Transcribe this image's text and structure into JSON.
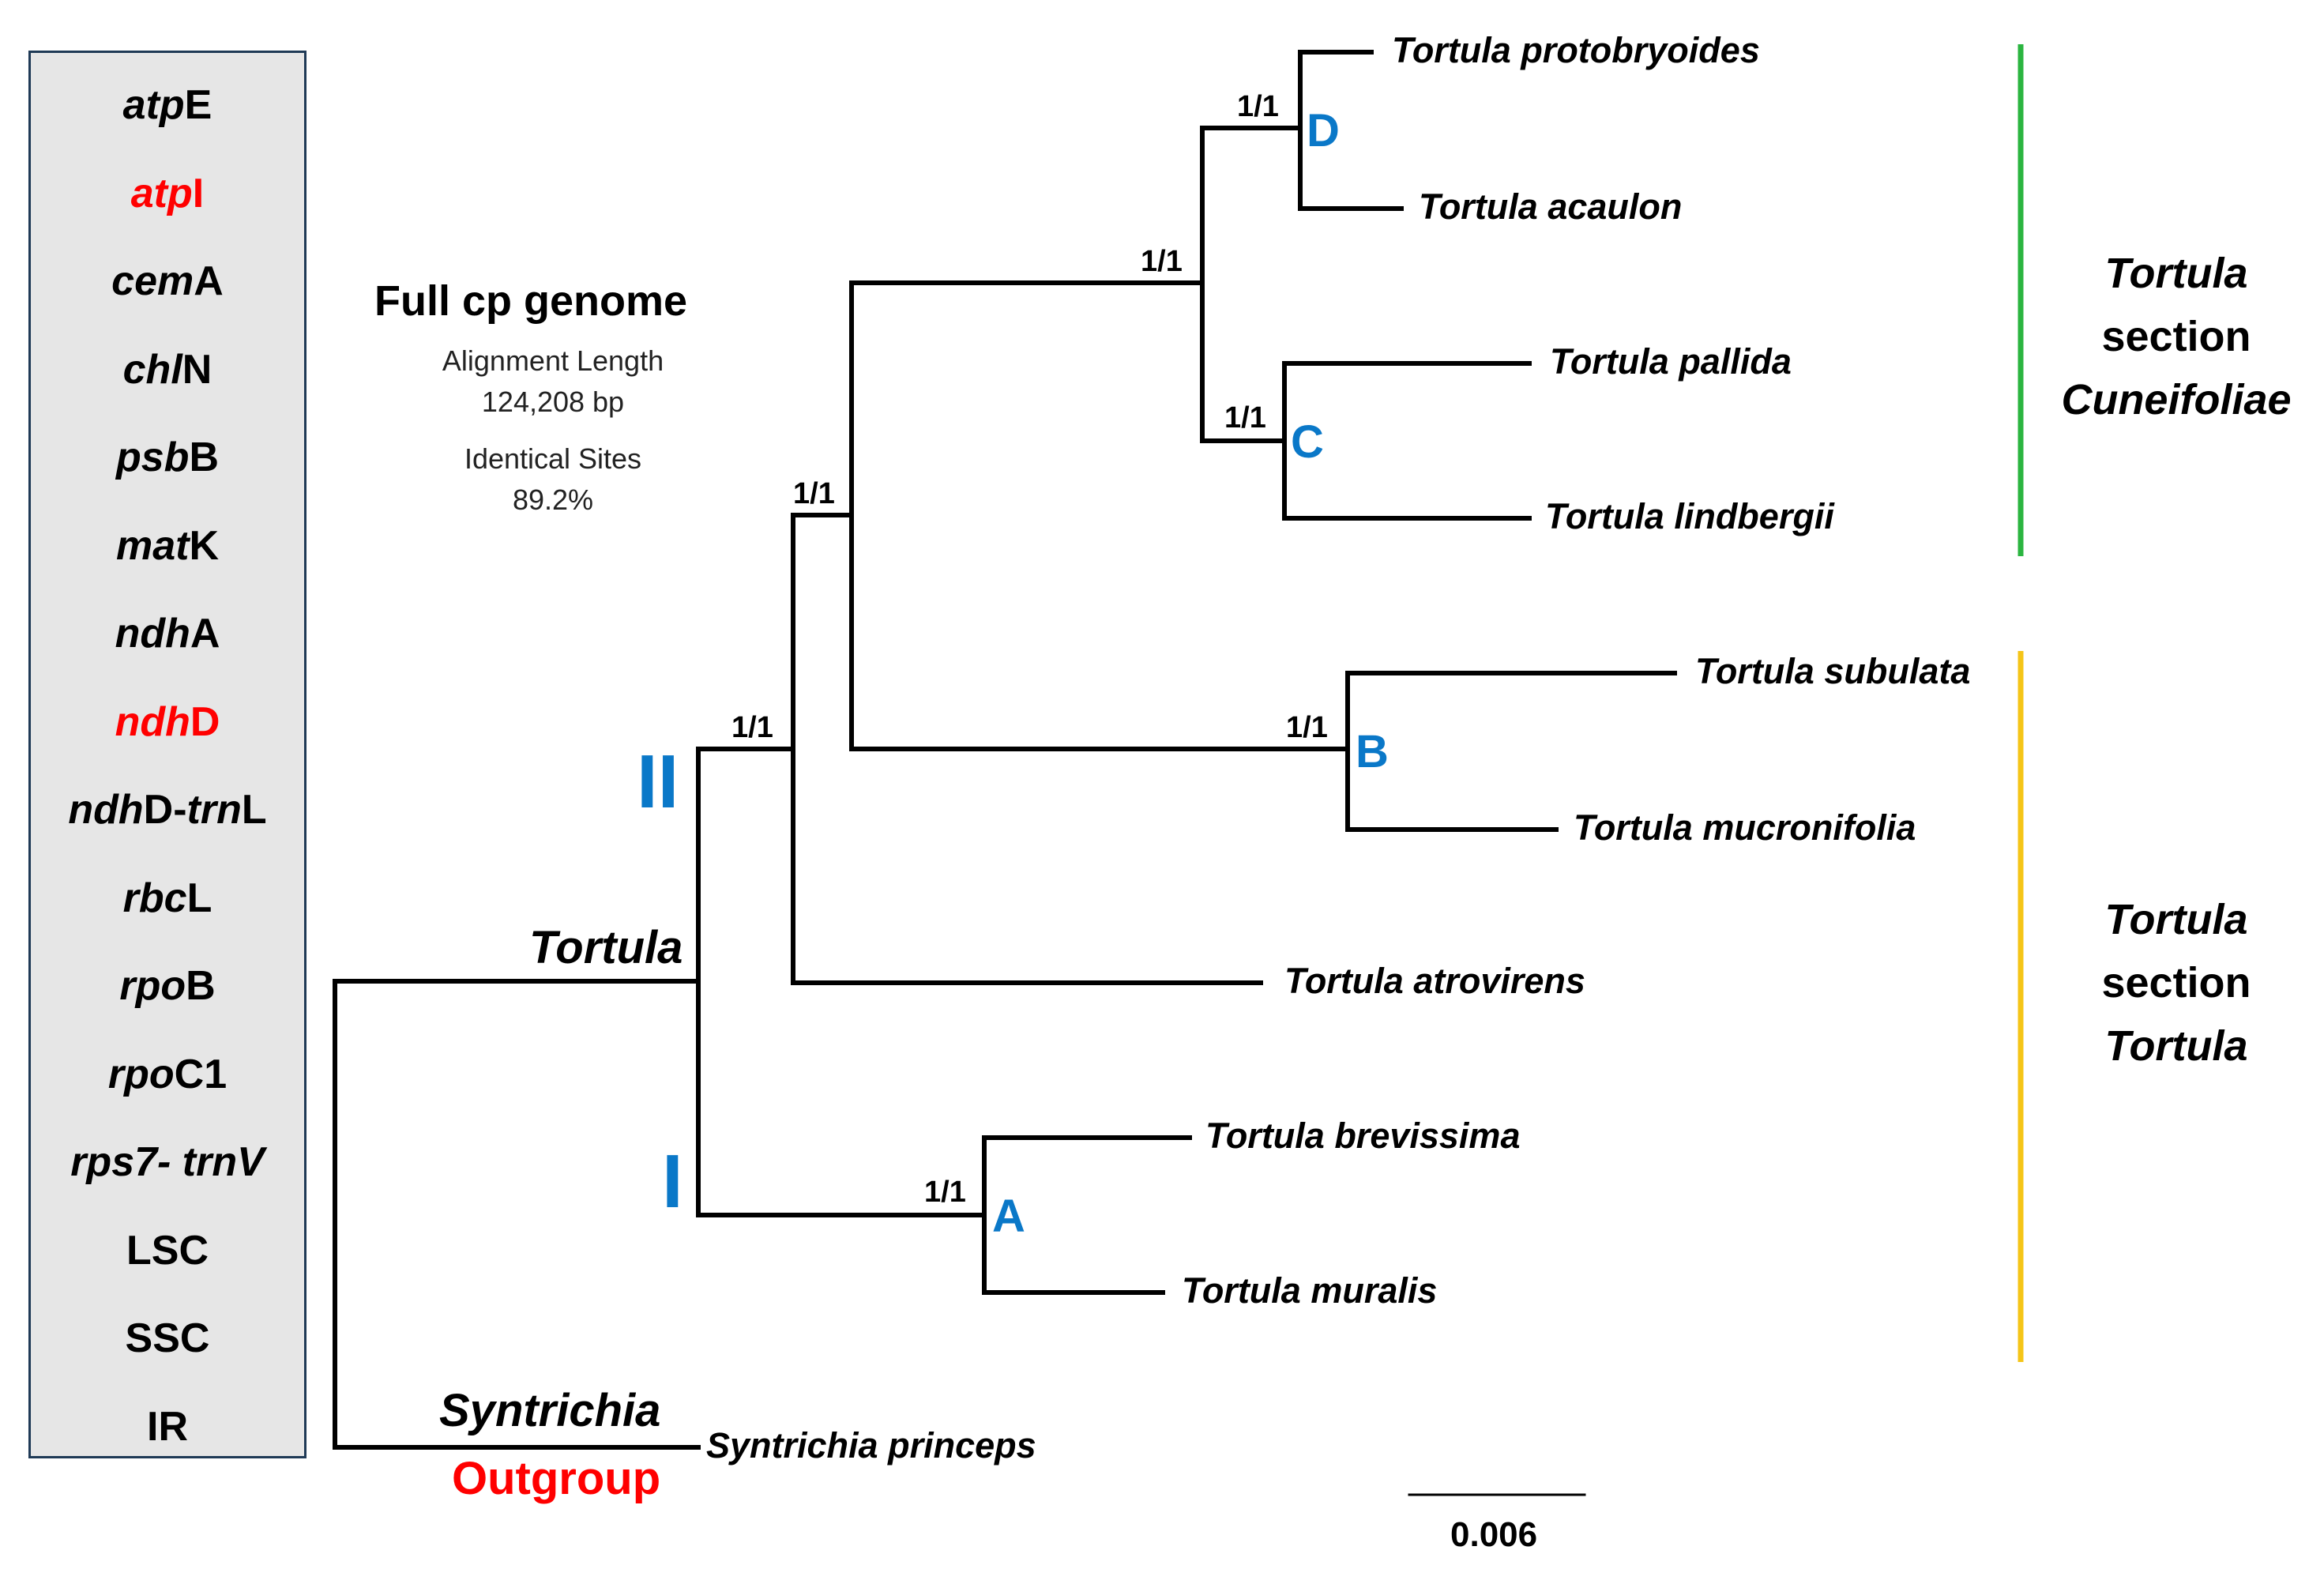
{
  "gene_panel": {
    "items": [
      {
        "italic": "atp",
        "plain": "E",
        "highlight": false
      },
      {
        "italic": "atp",
        "plain": "I",
        "highlight": true
      },
      {
        "italic": "cem",
        "plain": "A",
        "highlight": false
      },
      {
        "italic": "chl",
        "plain": "N",
        "highlight": false
      },
      {
        "italic": "psb",
        "plain": "B",
        "highlight": false
      },
      {
        "italic": "mat",
        "plain": "K",
        "highlight": false
      },
      {
        "italic": "ndh",
        "plain": "A",
        "highlight": false
      },
      {
        "italic": "ndh",
        "plain": "D",
        "highlight": true
      },
      {
        "italic": "ndh",
        "plain": "D-",
        "italic2": "trn",
        "plain2": "L",
        "highlight": false
      },
      {
        "italic": "rbc",
        "plain": "L",
        "highlight": false
      },
      {
        "italic": "rpo",
        "plain": "B",
        "highlight": false
      },
      {
        "italic": "rpo",
        "plain": "C1",
        "highlight": false
      },
      {
        "italic": "rps7- trnV",
        "plain": "",
        "highlight": false
      },
      {
        "italic": "",
        "plain": "LSC",
        "highlight": false
      },
      {
        "italic": "",
        "plain": "SSC",
        "highlight": false
      },
      {
        "italic": "",
        "plain": "IR",
        "highlight": false
      }
    ],
    "highlight_color": "#ff0000",
    "background": "#e6e6e6",
    "border_color": "#1f3a56"
  },
  "info": {
    "title": "Full cp genome",
    "alignment_label": "Alignment Length",
    "alignment_value": "124,208 bp",
    "identical_label": "Identical Sites",
    "identical_value": "89.2%"
  },
  "taxa": {
    "protobryoides": "Tortula protobryoides",
    "acaulon": "Tortula acaulon",
    "pallida": "Tortula pallida",
    "lindbergii": "Tortula lindbergii",
    "subulata": "Tortula subulata",
    "mucronifolia": "Tortula mucronifolia",
    "atrovirens": "Tortula atrovirens",
    "brevissima": "Tortula brevissima",
    "muralis": "Tortula muralis",
    "princeps": "Syntrichia princeps"
  },
  "support": {
    "D": "1/1",
    "CD": "1/1",
    "C": "1/1",
    "main": "1/1",
    "II": "1/1",
    "B": "1/1",
    "A": "1/1"
  },
  "clades": {
    "A": "A",
    "B": "B",
    "C": "C",
    "D": "D",
    "I": "I",
    "II": "II",
    "color": "#0a78c8"
  },
  "group_labels": {
    "tortula": "Tortula",
    "syntrichia": "Syntrichia",
    "outgroup": "Outgroup",
    "outgroup_color": "#ff0000"
  },
  "sections": {
    "cuneifoliae": {
      "line1": "Tortula",
      "line2": "section",
      "line3": "Cuneifoliae",
      "color": "#2bb540"
    },
    "tortula": {
      "line1": "Tortula",
      "line2": "section",
      "line3": "Tortula",
      "color": "#f5c518"
    }
  },
  "scale": {
    "label": "0.006"
  }
}
